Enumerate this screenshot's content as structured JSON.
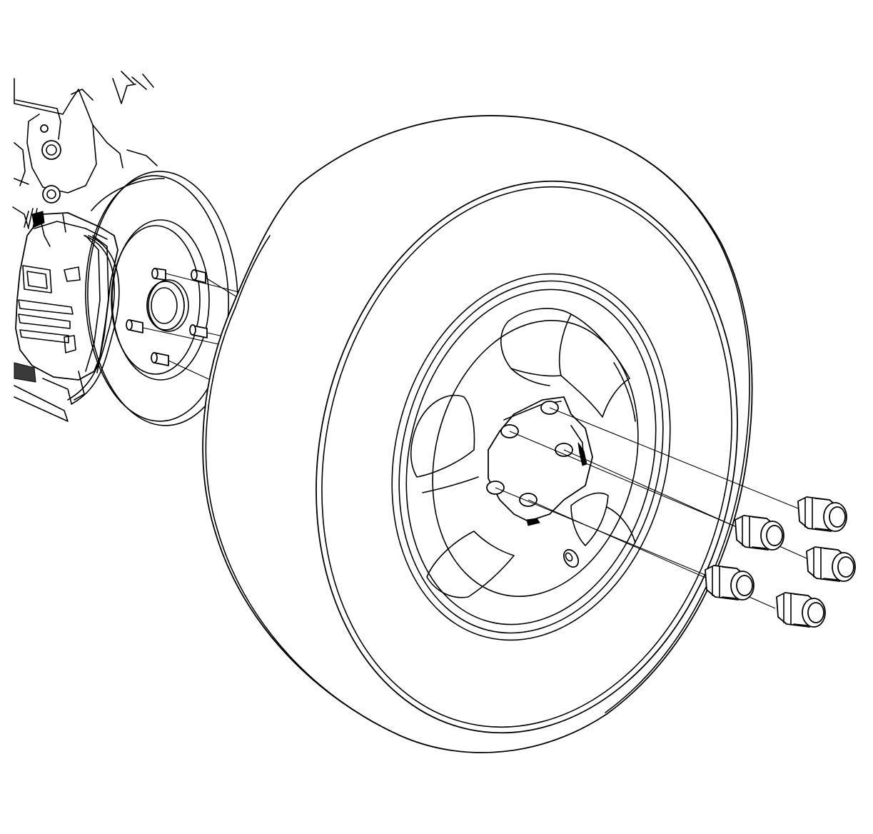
{
  "figure": {
    "subject": "wheel-installation-exploded-view",
    "parts": {
      "brake_assembly": {
        "icon": "brake-caliper-icon"
      },
      "rotor": {
        "icon": "brake-rotor-icon"
      },
      "wheel_studs": {
        "icon": "wheel-stud-icon",
        "count": 5
      },
      "tire": {
        "icon": "tire-icon"
      },
      "wheel": {
        "icon": "wheel-rim-icon"
      },
      "lug_nuts": {
        "icon": "lug-nut-icon",
        "count": 5
      }
    },
    "line_color": "#000000",
    "background": "#ffffff"
  }
}
